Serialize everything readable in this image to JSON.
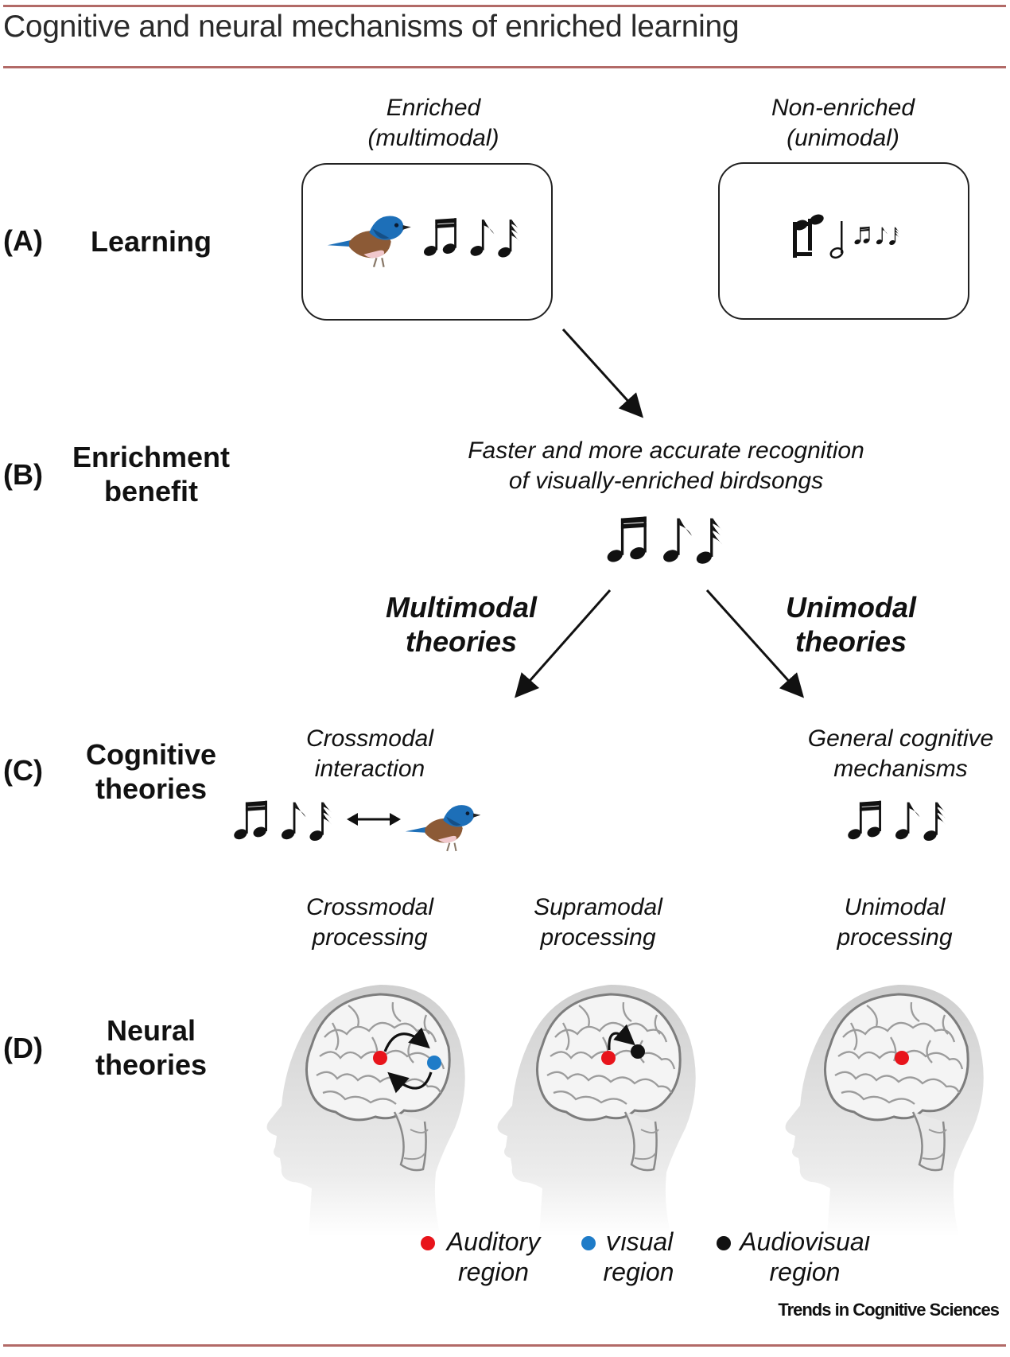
{
  "figure": {
    "title": "Cognitive and neural mechanisms of enriched learning",
    "credit": "Trends in Cognitive Sciences"
  },
  "rows": {
    "a": {
      "letter": "(A)",
      "name": "Learning"
    },
    "b": {
      "letter": "(B)",
      "name_line1": "Enrichment",
      "name_line2": "benefit"
    },
    "c": {
      "letter": "(C)",
      "name_line1": "Cognitive",
      "name_line2": "theories"
    },
    "d": {
      "letter": "(D)",
      "name_line1": "Neural",
      "name_line2": "theories"
    }
  },
  "learning": {
    "enriched_line1": "Enriched",
    "enriched_line2": "(multimodal)",
    "nonenriched_line1": "Non-enriched",
    "nonenriched_line2": "(unimodal)"
  },
  "benefit": {
    "line1": "Faster and more accurate recognition",
    "line2": "of visually-enriched birdsongs"
  },
  "theories": {
    "multimodal_line1": "Multimodal",
    "multimodal_line2": "theories",
    "unimodal_line1": "Unimodal",
    "unimodal_line2": "theories"
  },
  "cognitive": {
    "crossmodal_line1": "Crossmodal",
    "crossmodal_line2": "interaction",
    "general_line1": "General cognitive",
    "general_line2": "mechanisms"
  },
  "neural": {
    "crossmodal_line1": "Crossmodal",
    "crossmodal_line2": "processing",
    "supramodal_line1": "Supramodal",
    "supramodal_line2": "processing",
    "unimodal_line1": "Unimodal",
    "unimodal_line2": "processing"
  },
  "legend": {
    "auditory_line1": "Auditory",
    "auditory_line2": "region",
    "visual_line1": "Visual",
    "visual_line2": "region",
    "audiovisual_line1": "Audiovisual",
    "audiovisual_line2": "region"
  },
  "colors": {
    "rule": "#b26a67",
    "auditory": "#e8141b",
    "visual": "#1f7cc8",
    "audiovisual": "#111111",
    "bird_blue": "#1d6fb8",
    "bird_brown": "#8c5a36"
  },
  "icons": [
    "bird-icon",
    "music-notes-icon",
    "brain-head-icon",
    "double-arrow-icon"
  ]
}
